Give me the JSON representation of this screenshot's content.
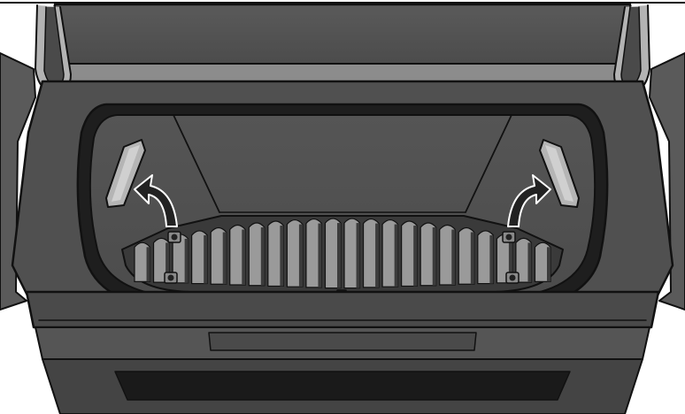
{
  "figure": {
    "subject": "car-trunk-open",
    "colors": {
      "background": "#ffffff",
      "outline": "#111111",
      "body_dark": "#4a4a4a",
      "body_mid": "#5f5f5f",
      "body_light": "#8a8a8a",
      "trim_light": "#b9b9b9",
      "floor_rib_light": "#9a9a9a",
      "floor_rib_dark": "#3c3c3c",
      "arrow_dark": "#222222"
    },
    "parts": {
      "arrows": {
        "count": 2,
        "icon": "curved-arrow-icon"
      },
      "side_covers": {
        "count": 2
      },
      "tie_down_anchors": {
        "count": 4
      }
    }
  }
}
